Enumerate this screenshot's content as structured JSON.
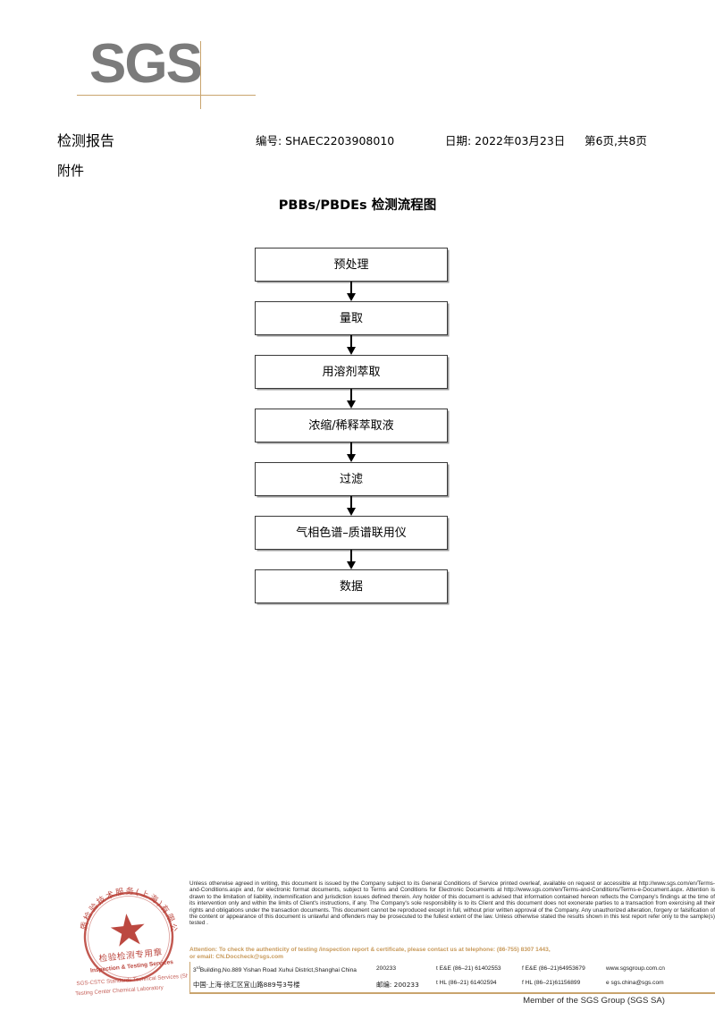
{
  "logo": {
    "text": "SGS"
  },
  "header": {
    "title": "检测报告",
    "report_no": "编号: SHAEC2203908010",
    "date": "日期: 2022年03月23日",
    "page": "第6页,共8页",
    "attachment": "附件"
  },
  "flowchart": {
    "title": "PBBs/PBDEs 检测流程图",
    "steps": [
      {
        "label": "预处理"
      },
      {
        "label": "量取"
      },
      {
        "label": "用溶剂萃取"
      },
      {
        "label": "浓缩/稀释萃取液"
      },
      {
        "label": "过滤"
      },
      {
        "label": "气相色谱–质谱联用仪"
      },
      {
        "label": "数据"
      }
    ]
  },
  "stamp": {
    "outer_text_cn": "质检验技术服务(上海)有限公司",
    "center_text_cn": "检验检测专用章",
    "center_text_en": "Inspection & Testing Services",
    "overlay_line1": "SGS-CSTC Standards Technical Services (Shanghai) Co., Ltd.",
    "overlay_line2": "Testing Center Chemical Laboratory",
    "color": "#b5342b"
  },
  "footer": {
    "legal": [
      "Unless otherwise agreed in writing, this document is issued by the Company subject to its General Conditions of Service printed overleaf, available on request or accessible at http://www.sgs.com/en/Terms-and-Conditions.aspx and, for electronic format documents, subject to Terms and Conditions for Electronic Documents at http://www.sgs.com/en/Terms-and-Conditions/Terms-e-Document.aspx. Attention is drawn to the limitation of liability, indemnification and jurisdiction issues defined therein. Any holder of this document is advised that information contained hereon reflects the Company's findings at the time of its intervention only and within the limits of Client's instructions, if any. The Company's sole responsibility is to its Client and this document does not exonerate parties to a transaction from exercising all their rights and obligations under the transaction documents. This document cannot be reproduced except in full, without prior written approval of the Company. Any unauthorized alteration, forgery or falsification of the content or appearance of this document is unlawful and offenders may be prosecuted to the fullest extent of the law. Unless otherwise stated the results shown in this test report refer only to the sample(s) tested ."
    ],
    "attention": [
      "Attention: To check the authenticity of testing /inspection report & certificate, please contact us at telephone: (86-755) 8307 1443,",
      "or email: CN.Doccheck@sgs.com"
    ],
    "address": {
      "en": {
        "street_prefix": "3",
        "street_sup": "rd",
        "street": "Building,No.889 Yishan Road Xuhui District,Shanghai China",
        "zip": "200233",
        "tel": "t E&E (86–21) 61402553",
        "fax": "f E&E (86–21)64953679",
        "web": "www.sgsgroup.com.cn"
      },
      "cn": {
        "street": "中国·上海·徐汇区宜山路889号3号楼",
        "zip": "邮编: 200233",
        "tel": "t HL (86–21) 61402594",
        "fax": "f HL (86–21)61156899",
        "web": "e sgs.china@sgs.com"
      }
    },
    "member": "Member of the SGS Group (SGS SA)"
  },
  "colors": {
    "accent_tan": "#c9a46e",
    "logo_gray": "#7b7b7b",
    "attention_orange": "#c89a5b",
    "stamp_red": "#b5342b"
  }
}
